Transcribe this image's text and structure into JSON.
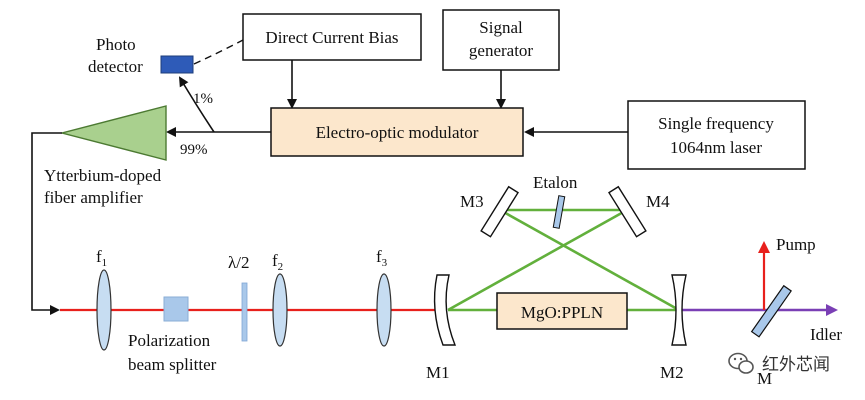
{
  "boxes": {
    "dc_bias": "Direct Current Bias",
    "signal_gen_line1": "Signal",
    "signal_gen_line2": "generator",
    "eom": "Electro-optic modulator",
    "laser_line1": "Single frequency",
    "laser_line2": "1064nm laser",
    "crystal": "MgO:PPLN"
  },
  "labels": {
    "photodetector_line1": "Photo",
    "photodetector_line2": "detector",
    "split_1": "1%",
    "split_99": "99%",
    "amp_line1": "Ytterbium-doped",
    "amp_line2": "fiber amplifier",
    "f1": "f",
    "f1_sub": "1",
    "pbs_line1": "Polarization",
    "pbs_line2": "beam splitter",
    "half_wave": "λ/2",
    "f2": "f",
    "f2_sub": "2",
    "f3": "f",
    "f3_sub": "3",
    "m1": "M1",
    "m2": "M2",
    "m3": "M3",
    "m4": "M4",
    "etalon": "Etalon",
    "pump": "Pump",
    "idler": "Idler",
    "m_partial": "M"
  },
  "watermark": {
    "text": "红外芯闻",
    "icon": "wechat-icon"
  },
  "colors": {
    "pump_beam": "#e8201c",
    "idler_beam": "#7a3fb5",
    "cavity_beam": "#62b03c",
    "eom_fill": "#fce7cc",
    "amp_fill": "#a9d08e",
    "detector_fill": "#2e5bb8",
    "pbs_fill": "#a9c8ea",
    "lens_fill": "#c7ddf2"
  }
}
